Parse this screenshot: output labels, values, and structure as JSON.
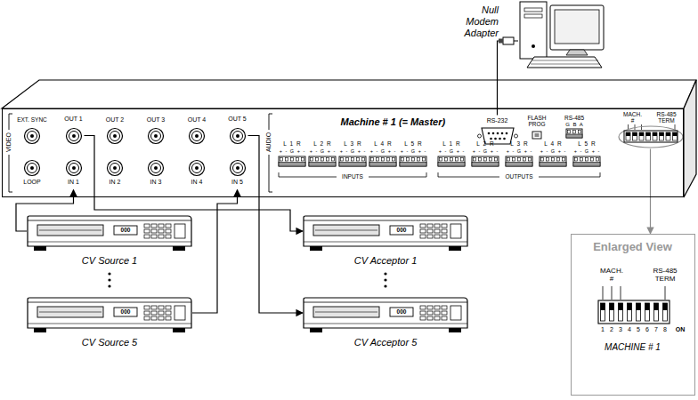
{
  "diagram": {
    "nodes": [
      {
        "text": [
          "Null Modem Adapter"
        ]
      },
      {
        "text": [
          "Machine # 1 (= Master)"
        ]
      },
      {
        "text": [
          "OUT 1"
        ],
        "in": 1
      },
      {
        "text": [
          "OUT 5"
        ],
        "in": 1
      },
      {
        "text": [
          "RS-232"
        ],
        "in": 1
      },
      {
        "text": [
          "MACH. #",
          "RS-485 TERM"
        ],
        "in": 1
      },
      {
        "text": [
          "IN 1"
        ],
        "in": 1
      },
      {
        "text": [
          "IN 5"
        ],
        "in": 1
      },
      {
        "text": [
          "000",
          "CV Source 1"
        ]
      },
      {
        "text": [
          "000",
          "CV Acceptor 1"
        ]
      },
      {
        "text": [
          "000",
          "CV Source 5"
        ]
      },
      {
        "text": [
          "000",
          "CV Acceptor 5"
        ]
      },
      {
        "text": [
          "Enlarged View",
          "MACHINE # 1"
        ]
      }
    ],
    "edges": [
      {
        "from": 8,
        "to": 6,
        "arrow": "to"
      },
      {
        "from": 2,
        "to": 9,
        "arrow": "to"
      },
      {
        "from": 10,
        "to": 7,
        "arrow": "to"
      },
      {
        "from": 3,
        "to": 11,
        "arrow": "to"
      },
      {
        "from": 0,
        "to": 4,
        "arrow": "none"
      },
      {
        "from": 5,
        "to": 12,
        "arrow": "to"
      }
    ],
    "labels": [
      "VIDEO",
      "EXT. SYNC",
      "OUT 2",
      "OUT 3",
      "OUT 4",
      "LOOP",
      "IN 2",
      "IN 3",
      "IN 4",
      "AUDIO",
      "L 1 R",
      "+ - G + -",
      "L 2 R",
      "+ - G + -",
      "L 3 R",
      "+ - G + -",
      "L 4 R",
      "+ - G + -",
      "L 5 R",
      "+ - G + -",
      "INPUTS",
      "L 1 R",
      "+ - G + -",
      "L 2 R",
      "+ - G + -",
      "L 3 R",
      "+ - G + -",
      "L 4 R",
      "+ - G + -",
      "L 5 R",
      "+ - G + -",
      "OUTPUTS",
      "FLASH PROG",
      "RS-485",
      "G B A",
      "MACH. #",
      "RS-485 TERM",
      "1",
      "2",
      "3",
      "4",
      "5",
      "6",
      "7",
      "8",
      "ON"
    ]
  }
}
